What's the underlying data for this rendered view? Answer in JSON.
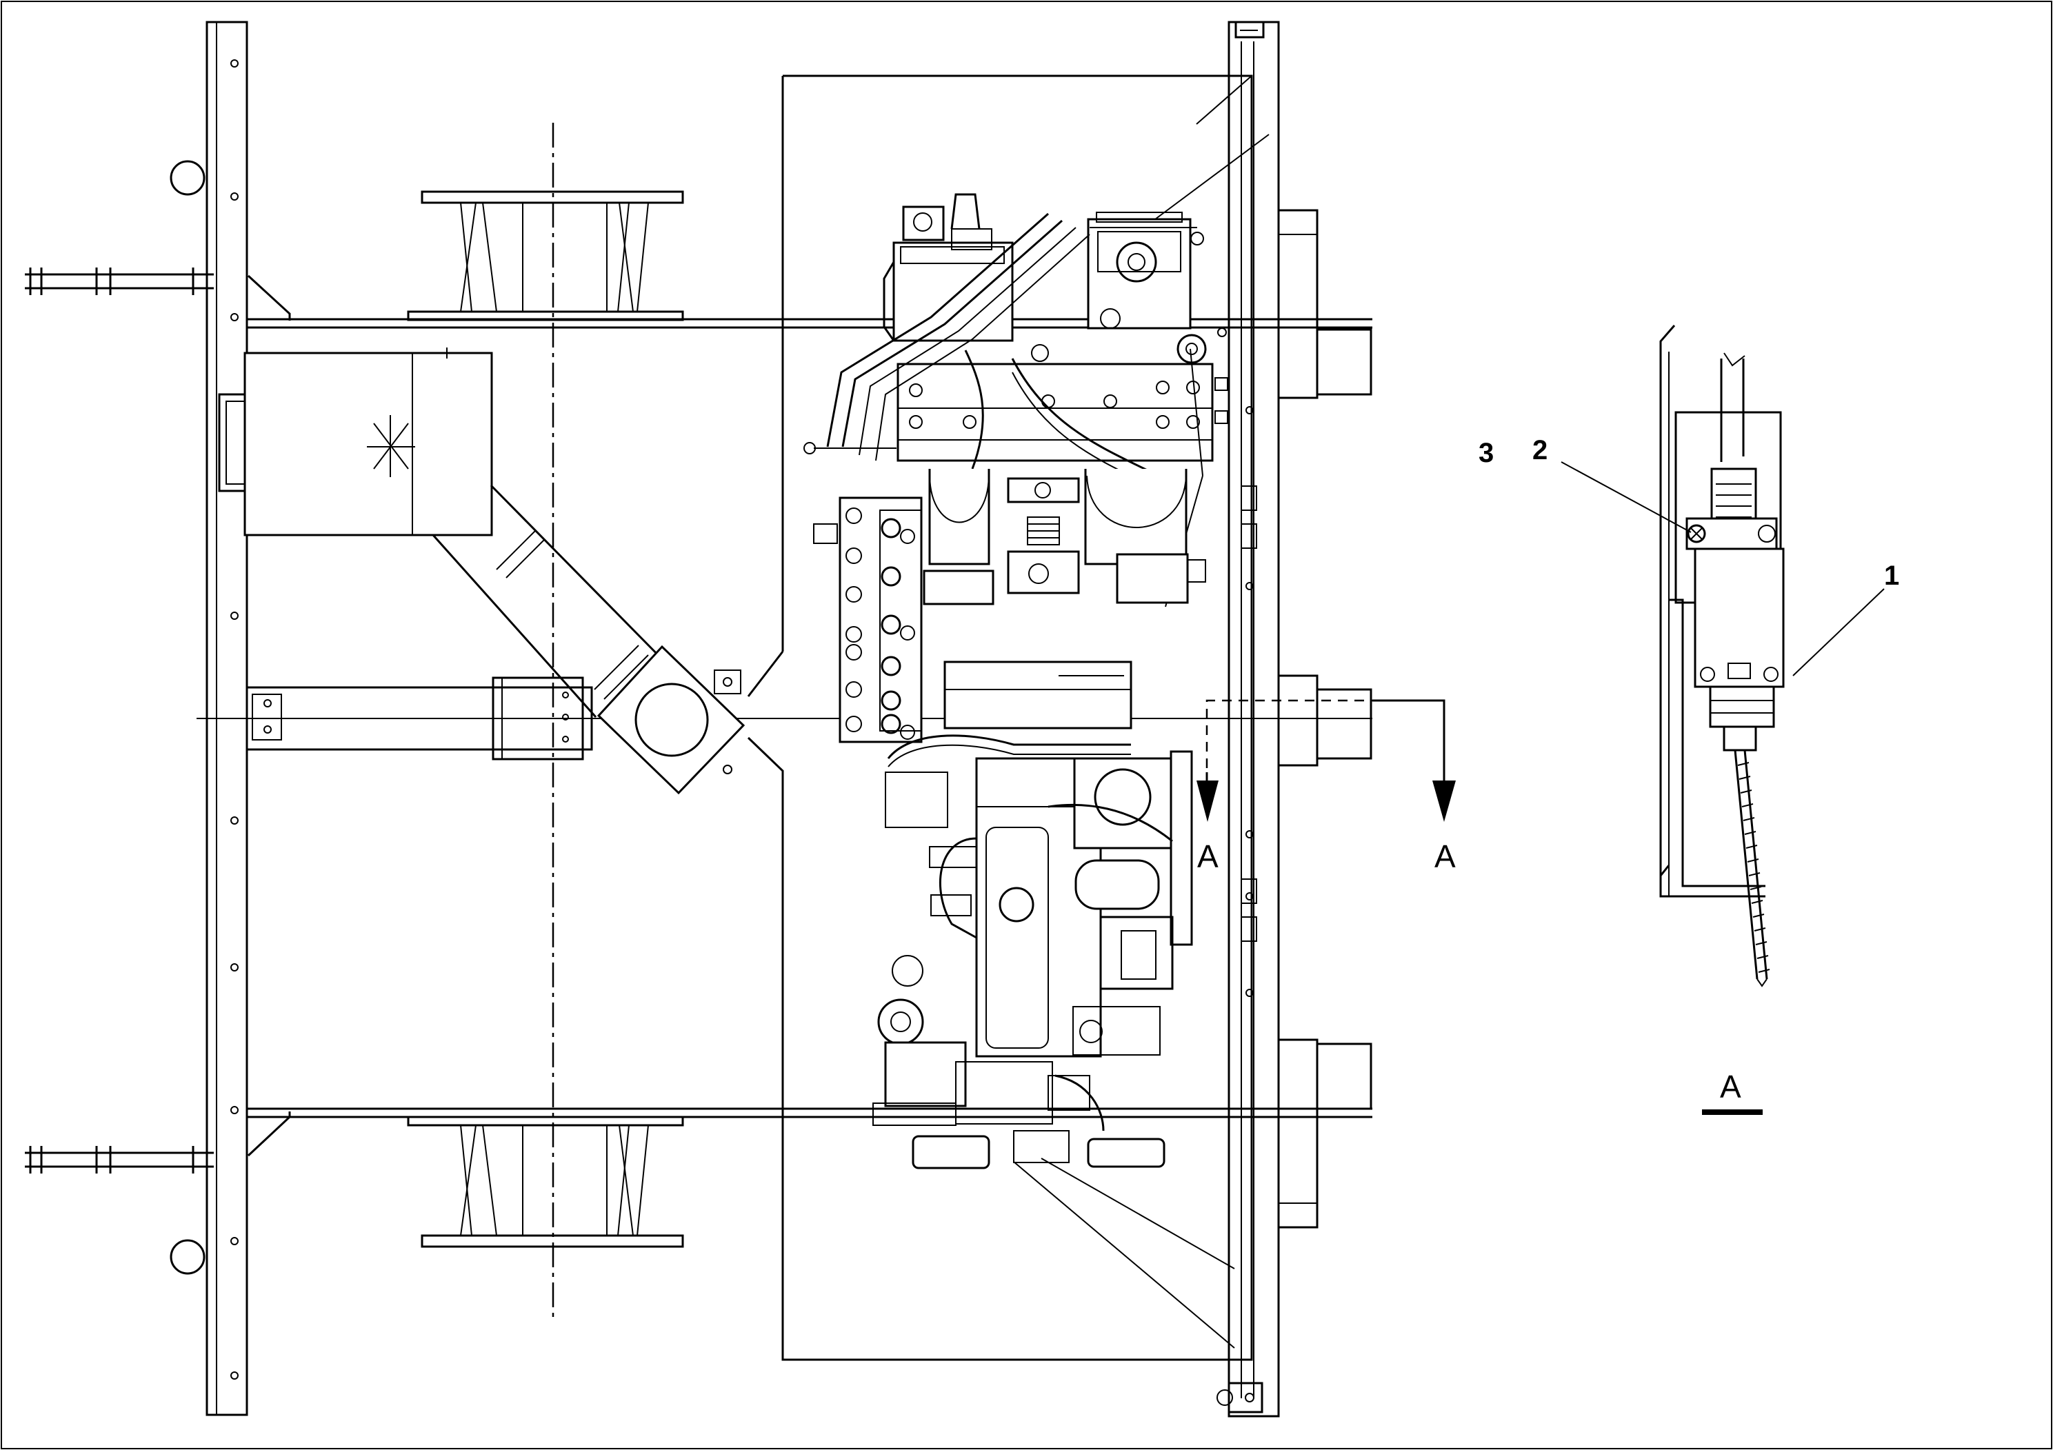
{
  "diagram": {
    "section_marker_left": "A",
    "section_marker_right": "A",
    "detail_view_label": "A",
    "callouts": [
      {
        "id": "3",
        "text": "3"
      },
      {
        "id": "2",
        "text": "2"
      },
      {
        "id": "1",
        "text": "1"
      }
    ]
  }
}
